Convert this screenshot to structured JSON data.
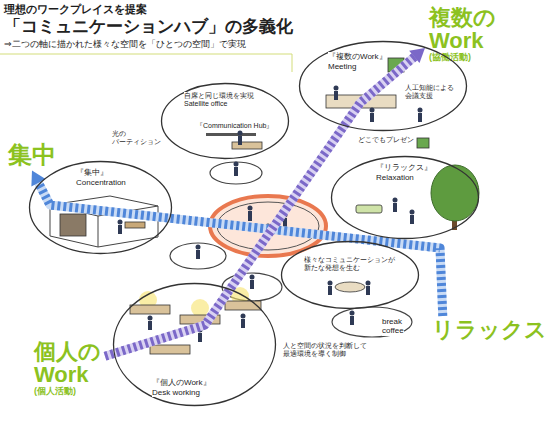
{
  "diagram": {
    "title": "「コミュニケーションハブ」の多義化",
    "nodes": [
      {
        "text": [
          "複数の Work",
          "(協働活動)"
        ]
      },
      {
        "text": [
          "『複数のWork』 Meeting",
          "人工知能による 会議支援"
        ]
      },
      {
        "text": [
          "自席と同じ環境を実現 Satellite office"
        ]
      },
      {
        "text": [
          "集中"
        ]
      },
      {
        "text": [
          "『集中』 Concentration"
        ]
      },
      {
        "text": [
          "『リラックス』 Relaxation"
        ]
      },
      {
        "text": [
          "様々なコミュニケーションが 新たな発想を生む"
        ]
      },
      {
        "text": [
          "リラックス"
        ]
      },
      {
        "text": [
          "個人の Work",
          "(個人活動)"
        ]
      },
      {
        "text": [
          "『個人のWork』 Desk working"
        ]
      }
    ],
    "edges": [
      {
        "from": 7,
        "to": 3,
        "arrow": "to"
      },
      {
        "from": 8,
        "to": 0,
        "arrow": "to"
      }
    ],
    "labels": [
      "理想のワークプレイスを提案",
      "⇒二つの軸に描かれた様々な空間を「ひとつの空間」で実現",
      "『Communication Hub』",
      "光の パーティション",
      "どこでもプレゼン",
      "break coffee",
      "人と空間の状況を判断して 最適環境を導く制御"
    ]
  }
}
